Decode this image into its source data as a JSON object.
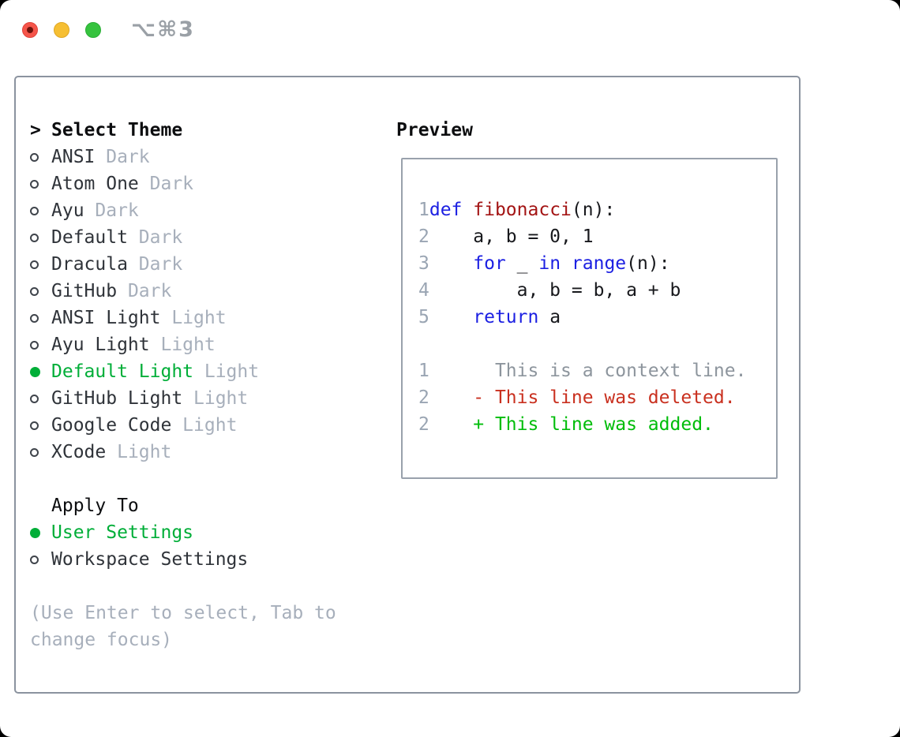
{
  "window": {
    "shortcut": "⌥⌘3",
    "traffic_lights": [
      "close",
      "minimize",
      "zoom"
    ]
  },
  "colors": {
    "accent_green": "#00ae38",
    "diff_added_green": "#00bd0a",
    "diff_deleted_red": "#c9301f",
    "keyword_blue": "#1c20e2",
    "function_red": "#a31414",
    "muted_gray": "#a7afbb",
    "line_number_gray": "#9aa5b3",
    "traffic_red": "#f5554a",
    "traffic_yellow": "#f6bf33",
    "traffic_green": "#36c33e"
  },
  "theme_list": {
    "cursor": ">",
    "title": "Select Theme",
    "items": [
      {
        "name": "ANSI",
        "tag": "Dark",
        "selected": false
      },
      {
        "name": "Atom One",
        "tag": "Dark",
        "selected": false
      },
      {
        "name": "Ayu",
        "tag": "Dark",
        "selected": false
      },
      {
        "name": "Default",
        "tag": "Dark",
        "selected": false
      },
      {
        "name": "Dracula",
        "tag": "Dark",
        "selected": false
      },
      {
        "name": "GitHub",
        "tag": "Dark",
        "selected": false
      },
      {
        "name": "ANSI Light",
        "tag": "Light",
        "selected": false
      },
      {
        "name": "Ayu Light",
        "tag": "Light",
        "selected": false
      },
      {
        "name": "Default Light",
        "tag": "Light",
        "selected": true
      },
      {
        "name": "GitHub Light",
        "tag": "Light",
        "selected": false
      },
      {
        "name": "Google Code",
        "tag": "Light",
        "selected": false
      },
      {
        "name": "XCode",
        "tag": "Light",
        "selected": false
      }
    ]
  },
  "apply_to": {
    "title": "Apply To",
    "options": [
      {
        "label": "User Settings",
        "selected": true
      },
      {
        "label": "Workspace Settings",
        "selected": false
      }
    ]
  },
  "hint": "(Use Enter to select, Tab to change focus)",
  "preview": {
    "title": "Preview",
    "code_lines": [
      {
        "num": "1",
        "tokens": [
          {
            "text": "def",
            "type": "keyword"
          },
          {
            "text": " ",
            "type": "plain"
          },
          {
            "text": "fibonacci",
            "type": "function"
          },
          {
            "text": "(n):",
            "type": "plain"
          }
        ]
      },
      {
        "num": "2",
        "tokens": [
          {
            "text": "    a, b = 0, 1",
            "type": "plain"
          }
        ]
      },
      {
        "num": "3",
        "tokens": [
          {
            "text": "    ",
            "type": "plain"
          },
          {
            "text": "for",
            "type": "keyword"
          },
          {
            "text": " _ ",
            "type": "plain"
          },
          {
            "text": "in",
            "type": "keyword"
          },
          {
            "text": " ",
            "type": "plain"
          },
          {
            "text": "range",
            "type": "keyword"
          },
          {
            "text": "(n):",
            "type": "plain"
          }
        ]
      },
      {
        "num": "4",
        "tokens": [
          {
            "text": "        a, b = b, a + b",
            "type": "plain"
          }
        ]
      },
      {
        "num": "5",
        "tokens": [
          {
            "text": "    ",
            "type": "plain"
          },
          {
            "text": "return",
            "type": "keyword"
          },
          {
            "text": " a",
            "type": "plain"
          }
        ]
      }
    ],
    "diff_lines": [
      {
        "num": "1",
        "marker": "",
        "text": "This is a context line.",
        "type": "context"
      },
      {
        "num": "2",
        "marker": "-",
        "text": "This line was deleted.",
        "type": "deleted"
      },
      {
        "num": "2",
        "marker": "+",
        "text": "This line was added.",
        "type": "added"
      }
    ]
  }
}
